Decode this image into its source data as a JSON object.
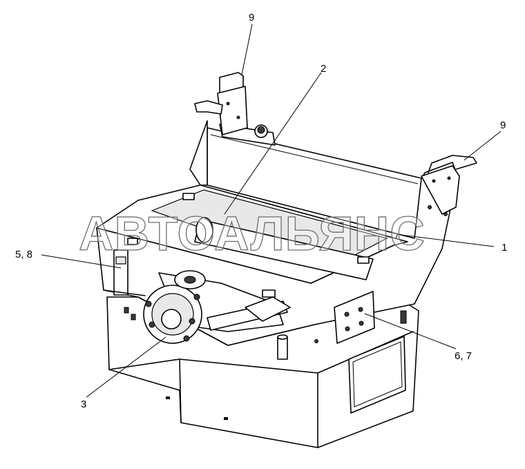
{
  "watermark": "АВТОАЛЬЯНС",
  "callouts": [
    {
      "id": "9a",
      "label": "9"
    },
    {
      "id": "2",
      "label": "2"
    },
    {
      "id": "9b",
      "label": "9"
    },
    {
      "id": "1",
      "label": "1"
    },
    {
      "id": "58",
      "label": "5, 8"
    },
    {
      "id": "67",
      "label": "6, 7"
    },
    {
      "id": "3",
      "label": "3"
    }
  ]
}
